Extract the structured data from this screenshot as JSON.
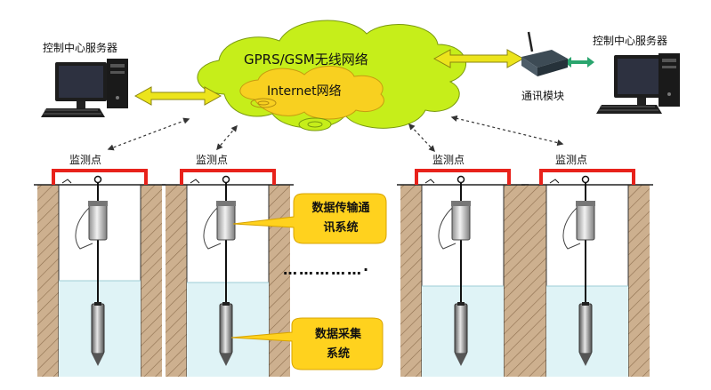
{
  "labels": {
    "server_left": "控制中心服务器",
    "server_right": "控制中心服务器",
    "comm_module": "通讯模块",
    "cloud_outer": "GPRS/GSM无线网络",
    "cloud_inner": "Internet网络",
    "monitor_points": [
      "监测点",
      "监测点",
      "监测点",
      "监测点"
    ],
    "callout_transmission": [
      "数据传输通",
      "讯系统"
    ],
    "callout_acquisition": [
      "数据采集",
      "系统"
    ],
    "ellipsis": "……………·"
  },
  "colors": {
    "cloud_outer": "#c6ee1a",
    "cloud_inner": "#f8d020",
    "callout": "#ffd21e",
    "link_arrow": "#ece41c",
    "module_arrow": "#2aa56e",
    "well_cap": "#e8221b",
    "water": "#dff3f6",
    "soil": "#cdb08f"
  }
}
